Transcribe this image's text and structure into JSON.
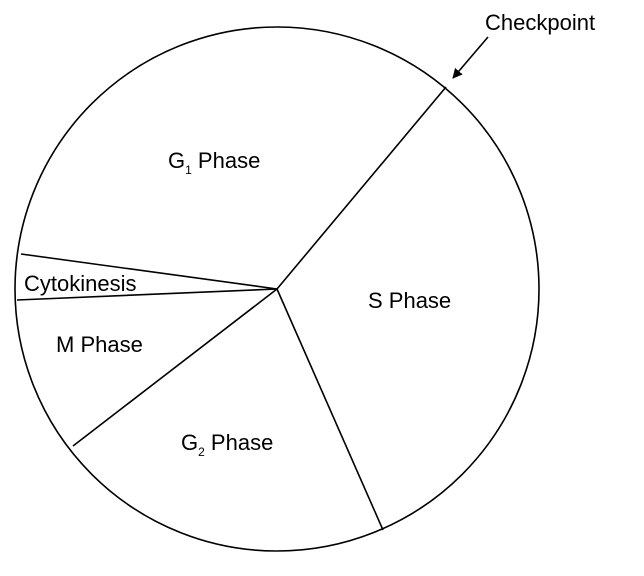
{
  "diagram": {
    "segments": [
      {
        "id": "g1",
        "label": "G",
        "subscript": "1",
        "suffix": " Phase"
      },
      {
        "id": "s",
        "label": "S Phase"
      },
      {
        "id": "g2",
        "label": "G",
        "subscript": "2",
        "suffix": " Phase"
      },
      {
        "id": "m",
        "label": "M Phase"
      },
      {
        "id": "cytokinesis",
        "label": "Cytokinesis"
      }
    ],
    "callout": {
      "label": "Checkpoint"
    },
    "colors": {
      "stroke": "#000000",
      "fill": "#ffffff"
    }
  }
}
